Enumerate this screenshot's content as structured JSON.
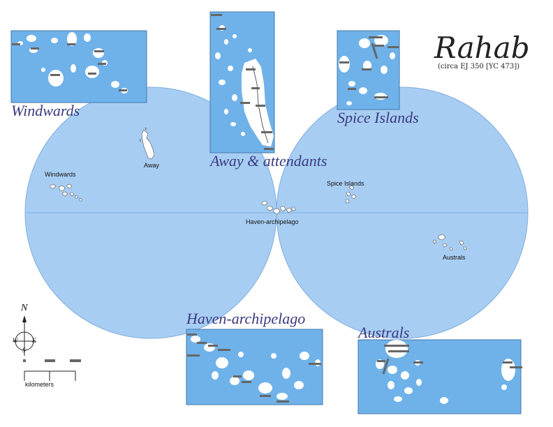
{
  "map": {
    "title": "Rahab",
    "subtitle": "(circa EJ 350 [YC 473])",
    "colors": {
      "hemisphere": "#a8cdf2",
      "hemisphere_stroke": "#7eaede",
      "inset_sea": "#6fb2ea",
      "land": "#ffffff",
      "label": "#3a3a80"
    },
    "globe_labels": {
      "windwards": "Windwards",
      "away": "Away",
      "haven": "Haven-archipelago",
      "spice": "Spice Islands",
      "australs": "Australs"
    },
    "inset_labels": {
      "windwards": "Windwards",
      "away": "Away & attendants",
      "spice": "Spice Islands",
      "haven": "Haven-archipelago",
      "australs": "Australs"
    },
    "compass": {
      "n": "N",
      "s": "S",
      "e": "E",
      "w": "W",
      "icon": "compass-rose-icon"
    },
    "scale_bar": {
      "unit_label": "kilometers"
    }
  }
}
